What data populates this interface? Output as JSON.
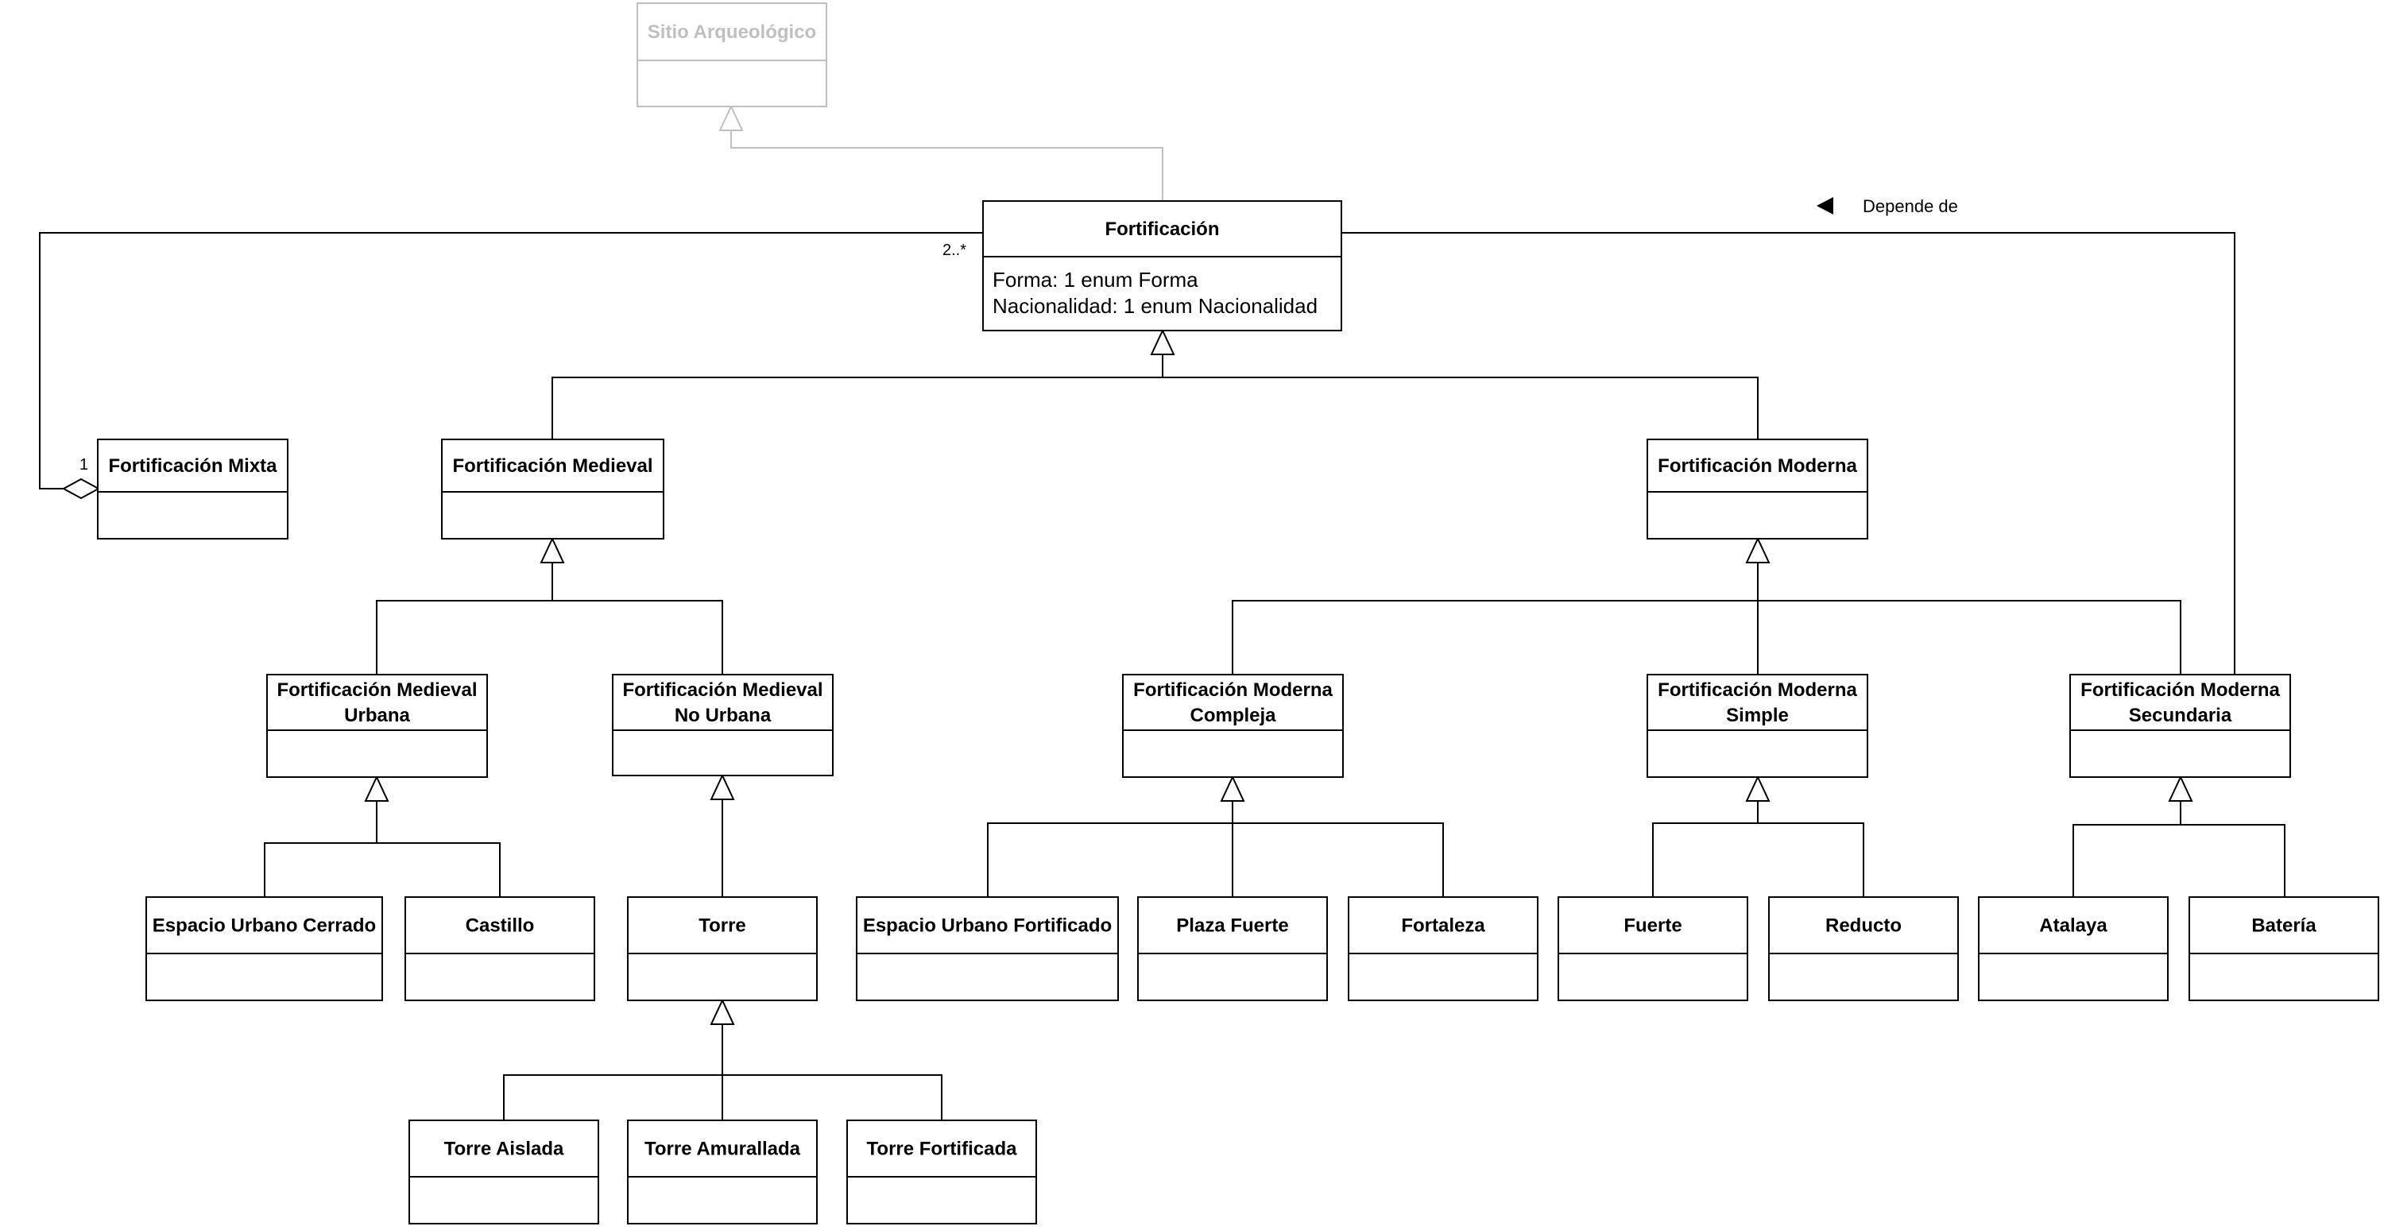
{
  "diagram": {
    "classes": {
      "sitio_arqueologico": {
        "name": [
          "Sitio Arqueológico"
        ]
      },
      "fortificacion": {
        "name": [
          "Fortificación"
        ],
        "attributes": [
          "Forma: 1 enum Forma",
          "Nacionalidad: 1 enum Nacionalidad"
        ]
      },
      "fortificacion_mixta": {
        "name": [
          "Fortificación Mixta"
        ]
      },
      "fortificacion_medieval": {
        "name": [
          "Fortificación Medieval"
        ]
      },
      "fortificacion_moderna": {
        "name": [
          "Fortificación Moderna"
        ]
      },
      "medieval_urbana": {
        "name": [
          "Fortificación Medieval",
          "Urbana"
        ]
      },
      "medieval_no_urbana": {
        "name": [
          "Fortificación Medieval",
          "No Urbana"
        ]
      },
      "moderna_compleja": {
        "name": [
          "Fortificación Moderna",
          "Compleja"
        ]
      },
      "moderna_simple": {
        "name": [
          "Fortificación Moderna",
          "Simple"
        ]
      },
      "moderna_secundaria": {
        "name": [
          "Fortificación Moderna",
          "Secundaria"
        ]
      },
      "espacio_urbano_cerrado": {
        "name": [
          "Espacio Urbano Cerrado"
        ]
      },
      "castillo": {
        "name": [
          "Castillo"
        ]
      },
      "torre": {
        "name": [
          "Torre"
        ]
      },
      "espacio_urbano_fortificado": {
        "name": [
          "Espacio Urbano Fortificado"
        ]
      },
      "plaza_fuerte": {
        "name": [
          "Plaza Fuerte"
        ]
      },
      "fortaleza": {
        "name": [
          "Fortaleza"
        ]
      },
      "fuerte": {
        "name": [
          "Fuerte"
        ]
      },
      "reducto": {
        "name": [
          "Reducto"
        ]
      },
      "atalaya": {
        "name": [
          "Atalaya"
        ]
      },
      "bateria": {
        "name": [
          "Batería"
        ]
      },
      "torre_aislada": {
        "name": [
          "Torre Aislada"
        ]
      },
      "torre_amurallada": {
        "name": [
          "Torre Amurallada"
        ]
      },
      "torre_fortificada": {
        "name": [
          "Torre Fortificada"
        ]
      }
    },
    "aggregation": {
      "mult_whole": "1",
      "mult_part": "2..*"
    },
    "association": {
      "label": "Depende de",
      "direction": "left"
    },
    "colors": {
      "line": "#000000",
      "faded": "#bfbfbf"
    }
  }
}
